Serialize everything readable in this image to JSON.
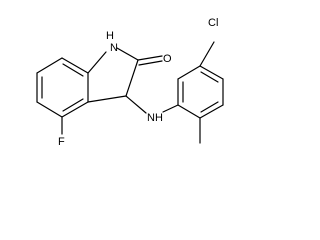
{
  "molecule": {
    "atoms": {
      "nh_ring": "H",
      "n_ring": "N",
      "o_carbonyl": "O",
      "cl": "Cl",
      "f": "F",
      "n_amine": "N",
      "nh_amine": "H"
    }
  }
}
